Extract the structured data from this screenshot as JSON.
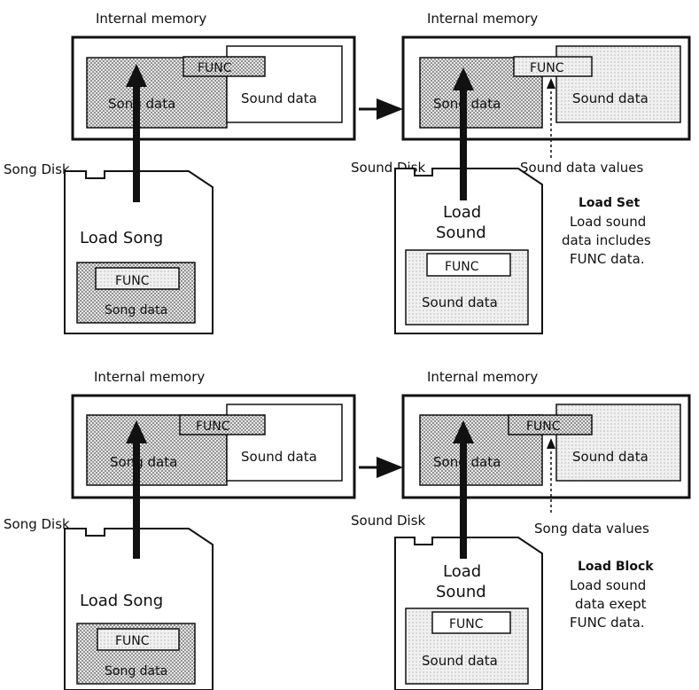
{
  "labels": {
    "internal_memory": "Internal memory",
    "func": "FUNC",
    "song_data": "Song data",
    "sound_data": "Sound data",
    "song_disk": "Song Disk",
    "sound_disk": "Sound Disk",
    "load_song": "Load Song",
    "load_sound_l1": "Load",
    "load_sound_l2": "Sound"
  },
  "top": {
    "values_label": "Sound data values",
    "mode_title": "Load Set",
    "mode_desc": [
      "Load sound",
      "data includes",
      "FUNC data."
    ]
  },
  "bottom": {
    "values_label": "Song data values",
    "mode_title": "Load Block",
    "mode_desc": [
      "Load sound",
      "data exept",
      "FUNC data."
    ]
  }
}
